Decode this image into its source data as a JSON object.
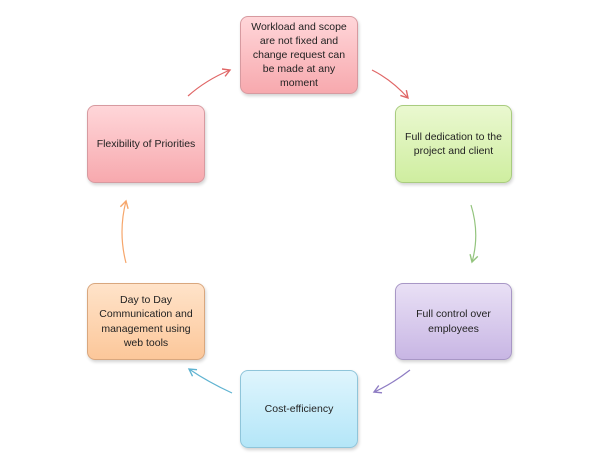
{
  "diagram": {
    "nodes": [
      {
        "id": "workload",
        "label": "Workload and scope are not fixed and change request can be made at any moment"
      },
      {
        "id": "dedication",
        "label": "Full dedication to the project and client"
      },
      {
        "id": "control",
        "label": "Full control over employees"
      },
      {
        "id": "cost",
        "label": "Cost-efficiency"
      },
      {
        "id": "daytoday",
        "label": "Day to Day Communication and management using web tools"
      },
      {
        "id": "flexibility",
        "label": "Flexibility of Priorities"
      }
    ],
    "edges": [
      {
        "from": "workload",
        "to": "dedication",
        "color": "#e06666"
      },
      {
        "from": "dedication",
        "to": "control",
        "color": "#93c47d"
      },
      {
        "from": "control",
        "to": "cost",
        "color": "#8e7cc3"
      },
      {
        "from": "cost",
        "to": "daytoday",
        "color": "#5fb3d1"
      },
      {
        "from": "daytoday",
        "to": "flexibility",
        "color": "#f6a66b"
      },
      {
        "from": "flexibility",
        "to": "workload",
        "color": "#e06666"
      }
    ]
  }
}
